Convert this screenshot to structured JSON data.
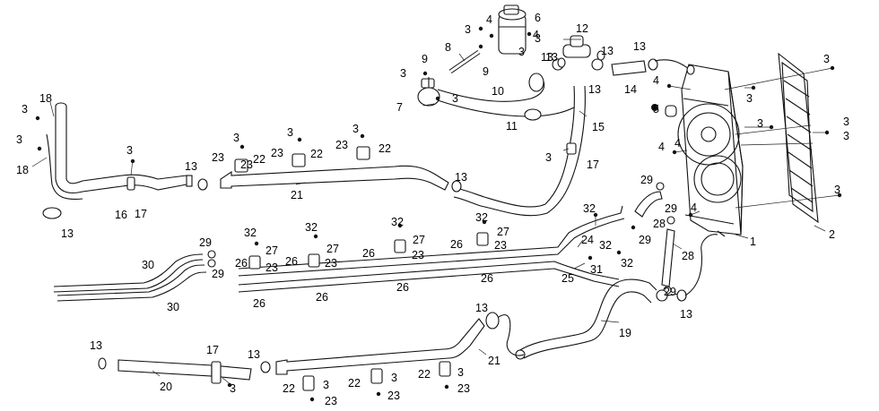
{
  "diagram": {
    "callouts": [
      {
        "id": "c1",
        "label": "1"
      },
      {
        "id": "c2",
        "label": "2"
      },
      {
        "id": "c3a",
        "label": "3"
      },
      {
        "id": "c3b",
        "label": "3"
      },
      {
        "id": "c3c",
        "label": "3"
      },
      {
        "id": "c3d",
        "label": "3"
      },
      {
        "id": "c3e",
        "label": "3"
      },
      {
        "id": "c3f",
        "label": "3"
      },
      {
        "id": "c3g",
        "label": "3"
      },
      {
        "id": "c3h",
        "label": "3"
      },
      {
        "id": "c3i",
        "label": "3"
      },
      {
        "id": "c3j",
        "label": "3"
      },
      {
        "id": "c3k",
        "label": "3"
      },
      {
        "id": "c3l",
        "label": "3"
      },
      {
        "id": "c3m",
        "label": "3"
      },
      {
        "id": "c3n",
        "label": "3"
      },
      {
        "id": "c3o",
        "label": "3"
      },
      {
        "id": "c3p",
        "label": "3"
      },
      {
        "id": "c3q",
        "label": "3"
      },
      {
        "id": "c3r",
        "label": "3"
      },
      {
        "id": "c3s",
        "label": "3"
      },
      {
        "id": "c3t",
        "label": "3"
      },
      {
        "id": "c3u",
        "label": "3"
      },
      {
        "id": "c3v",
        "label": "3"
      },
      {
        "id": "c4a",
        "label": "4"
      },
      {
        "id": "c4b",
        "label": "4"
      },
      {
        "id": "c4c",
        "label": "4"
      },
      {
        "id": "c4d",
        "label": "4"
      },
      {
        "id": "c4e",
        "label": "4"
      },
      {
        "id": "c4f",
        "label": "4"
      },
      {
        "id": "c5",
        "label": "5"
      },
      {
        "id": "c6",
        "label": "6"
      },
      {
        "id": "c7",
        "label": "7"
      },
      {
        "id": "c8",
        "label": "8"
      },
      {
        "id": "c9a",
        "label": "9"
      },
      {
        "id": "c9b",
        "label": "9"
      },
      {
        "id": "c10",
        "label": "10"
      },
      {
        "id": "c11",
        "label": "11"
      },
      {
        "id": "c12",
        "label": "12"
      },
      {
        "id": "c13a",
        "label": "13"
      },
      {
        "id": "c13b",
        "label": "13"
      },
      {
        "id": "c13c",
        "label": "13"
      },
      {
        "id": "c13d",
        "label": "13"
      },
      {
        "id": "c13e",
        "label": "13"
      },
      {
        "id": "c13f",
        "label": "13"
      },
      {
        "id": "c13g",
        "label": "13"
      },
      {
        "id": "c13h",
        "label": "13"
      },
      {
        "id": "c13i",
        "label": "13"
      },
      {
        "id": "c13j",
        "label": "13"
      },
      {
        "id": "c13k",
        "label": "13"
      },
      {
        "id": "c13l",
        "label": "13"
      },
      {
        "id": "c14",
        "label": "14"
      },
      {
        "id": "c15",
        "label": "15"
      },
      {
        "id": "c16",
        "label": "16"
      },
      {
        "id": "c17a",
        "label": "17"
      },
      {
        "id": "c17b",
        "label": "17"
      },
      {
        "id": "c17c",
        "label": "17"
      },
      {
        "id": "c18a",
        "label": "18"
      },
      {
        "id": "c18b",
        "label": "18"
      },
      {
        "id": "c19",
        "label": "19"
      },
      {
        "id": "c20",
        "label": "20"
      },
      {
        "id": "c21a",
        "label": "21"
      },
      {
        "id": "c21b",
        "label": "21"
      },
      {
        "id": "c22a",
        "label": "22"
      },
      {
        "id": "c22b",
        "label": "22"
      },
      {
        "id": "c22c",
        "label": "22"
      },
      {
        "id": "c22d",
        "label": "22"
      },
      {
        "id": "c22e",
        "label": "22"
      },
      {
        "id": "c22f",
        "label": "22"
      },
      {
        "id": "c23a",
        "label": "23"
      },
      {
        "id": "c23b",
        "label": "23"
      },
      {
        "id": "c23c",
        "label": "23"
      },
      {
        "id": "c23d",
        "label": "23"
      },
      {
        "id": "c23e",
        "label": "23"
      },
      {
        "id": "c23f",
        "label": "23"
      },
      {
        "id": "c23g",
        "label": "23"
      },
      {
        "id": "c23h",
        "label": "23"
      },
      {
        "id": "c23i",
        "label": "23"
      },
      {
        "id": "c23j",
        "label": "23"
      },
      {
        "id": "c23k",
        "label": "23"
      },
      {
        "id": "c24",
        "label": "24"
      },
      {
        "id": "c25",
        "label": "25"
      },
      {
        "id": "c26a",
        "label": "26"
      },
      {
        "id": "c26b",
        "label": "26"
      },
      {
        "id": "c26c",
        "label": "26"
      },
      {
        "id": "c26d",
        "label": "26"
      },
      {
        "id": "c26e",
        "label": "26"
      },
      {
        "id": "c26f",
        "label": "26"
      },
      {
        "id": "c26g",
        "label": "26"
      },
      {
        "id": "c26h",
        "label": "26"
      },
      {
        "id": "c27a",
        "label": "27"
      },
      {
        "id": "c27b",
        "label": "27"
      },
      {
        "id": "c27c",
        "label": "27"
      },
      {
        "id": "c27d",
        "label": "27"
      },
      {
        "id": "c28a",
        "label": "28"
      },
      {
        "id": "c28b",
        "label": "28"
      },
      {
        "id": "c29a",
        "label": "29"
      },
      {
        "id": "c29b",
        "label": "29"
      },
      {
        "id": "c29c",
        "label": "29"
      },
      {
        "id": "c29d",
        "label": "29"
      },
      {
        "id": "c29e",
        "label": "29"
      },
      {
        "id": "c29f",
        "label": "29"
      },
      {
        "id": "c30a",
        "label": "30"
      },
      {
        "id": "c30b",
        "label": "30"
      },
      {
        "id": "c31",
        "label": "31"
      },
      {
        "id": "c32a",
        "label": "32"
      },
      {
        "id": "c32b",
        "label": "32"
      },
      {
        "id": "c32c",
        "label": "32"
      },
      {
        "id": "c32d",
        "label": "32"
      },
      {
        "id": "c32e",
        "label": "32"
      },
      {
        "id": "c32f",
        "label": "32"
      },
      {
        "id": "c32g",
        "label": "32"
      }
    ]
  }
}
